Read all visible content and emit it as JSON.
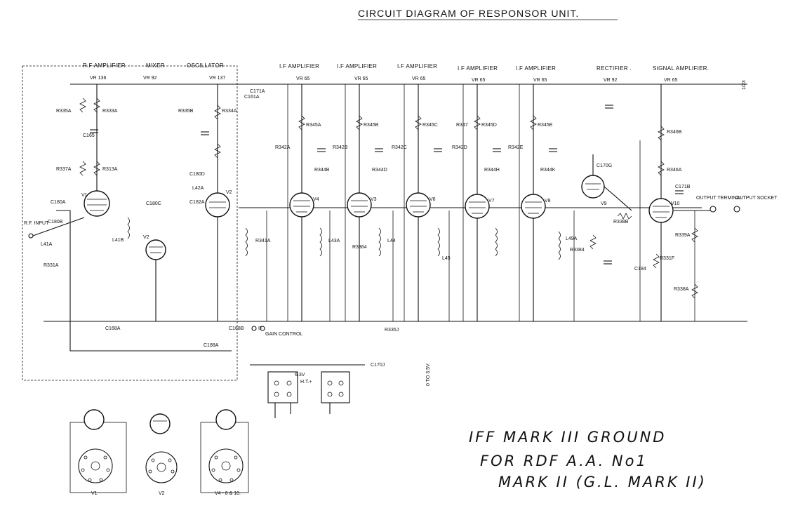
{
  "title": "CIRCUIT DIAGRAM OF RESPONSOR UNIT.",
  "sections": [
    {
      "id": "rf",
      "label": "R.F AMPLIFIER"
    },
    {
      "id": "mixer",
      "label": "MIXER"
    },
    {
      "id": "osc",
      "label": "OSCILLATOR"
    },
    {
      "id": "if1",
      "label": "I.F AMPLIFIER"
    },
    {
      "id": "if2",
      "label": "I.F AMPLIFIER"
    },
    {
      "id": "if3",
      "label": "I.F AMPLIFIER"
    },
    {
      "id": "if4",
      "label": "I.F AMPLIFIER"
    },
    {
      "id": "if5",
      "label": "I.F AMPLIFIER"
    },
    {
      "id": "rect",
      "label": "RECTIFIER ."
    },
    {
      "id": "sig",
      "label": "SIGNAL AMPLIFIER."
    }
  ],
  "valves": [
    {
      "id": "v1",
      "label": "V1",
      "type": "VR 136"
    },
    {
      "id": "v2",
      "label": "V2",
      "type": "VR 92"
    },
    {
      "id": "v3",
      "label": "V2",
      "type": "VR 137"
    },
    {
      "id": "v4",
      "label": "V4",
      "type": "VR 65"
    },
    {
      "id": "v5",
      "label": "V3",
      "type": "VR 65"
    },
    {
      "id": "v6",
      "label": "V6",
      "type": "VR 65"
    },
    {
      "id": "v7",
      "label": "V7",
      "type": "VR 65"
    },
    {
      "id": "v8",
      "label": "V8",
      "type": "VR 65"
    },
    {
      "id": "v9",
      "label": "V9",
      "type": "VR 92"
    },
    {
      "id": "v10",
      "label": "V10",
      "type": "VR 65"
    }
  ],
  "component_labels": [
    "R335A",
    "R333A",
    "C165",
    "R337A",
    "R313A",
    "C180A",
    "C180B",
    "C180C",
    "C180D",
    "L41A",
    "L41B",
    "R331A",
    "L42A",
    "C182A",
    "R335B",
    "R334A",
    "C161A",
    "R341A",
    "R345A",
    "R342A",
    "R344B",
    "R345B",
    "R342B",
    "R344D",
    "R345C",
    "R342C",
    "R347",
    "R345D",
    "R342D",
    "R344H",
    "R345E",
    "R342E",
    "R344K",
    "C170G",
    "L49A",
    "R338B",
    "R3384",
    "R346B",
    "R346A",
    "C171B",
    "C184",
    "R339A",
    "R331F",
    "R338A",
    "C168A",
    "C168B",
    "C188A",
    "C171A",
    "C170J",
    "R335J",
    "R3364",
    "L43A",
    "L44",
    "L45"
  ],
  "misc_labels": {
    "rf_input": "R.F. INPUT",
    "gain_control": "GAIN CONTROL",
    "if_label": "IF",
    "output_terminal": "OUTPUT TERMINAL",
    "output_socket": "OUTPUT SOCKET",
    "ht": "H.T.+",
    "supply": "0 TO 3.5V.",
    "v_6_3": "6.3V"
  },
  "base_diagrams": [
    {
      "id": "base-v1",
      "label": "V1"
    },
    {
      "id": "base-v2",
      "label": "V2"
    },
    {
      "id": "base-v4",
      "label": "V4 - 8 & 10."
    }
  ],
  "handwritten_note": {
    "line1": "IFF MARK III GROUND",
    "line2": "FOR RDF A.A. No1",
    "line3": "MARK II (G.L. MARK II)"
  },
  "page_number": "1/23"
}
